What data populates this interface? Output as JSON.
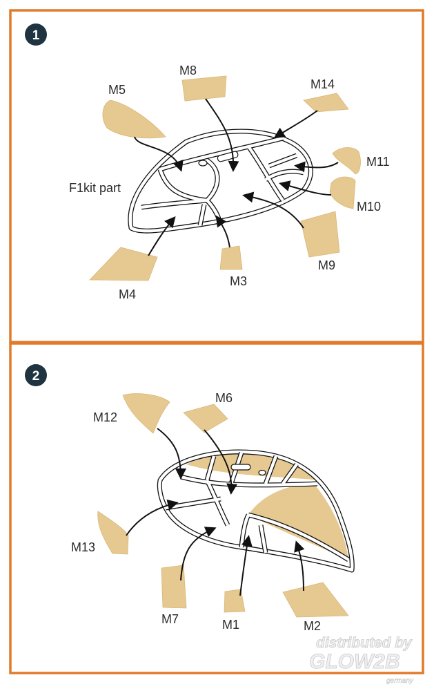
{
  "colors": {
    "frame": "#e07b2a",
    "mask": "#e6c891",
    "badge": "#1f3340"
  },
  "step1": {
    "badge": "1",
    "part_label": "F1kit part",
    "labels": {
      "m5": "M5",
      "m8": "M8",
      "m14": "M14",
      "m11": "M11",
      "m10": "M10",
      "m9": "M9",
      "m3": "M3",
      "m4": "M4"
    }
  },
  "step2": {
    "badge": "2",
    "labels": {
      "m12": "M12",
      "m6": "M6",
      "m13": "M13",
      "m7": "M7",
      "m1": "M1",
      "m2": "M2"
    }
  },
  "watermark": {
    "line1": "distributed by",
    "line2": "GLOW2B",
    "line3": "germany"
  }
}
